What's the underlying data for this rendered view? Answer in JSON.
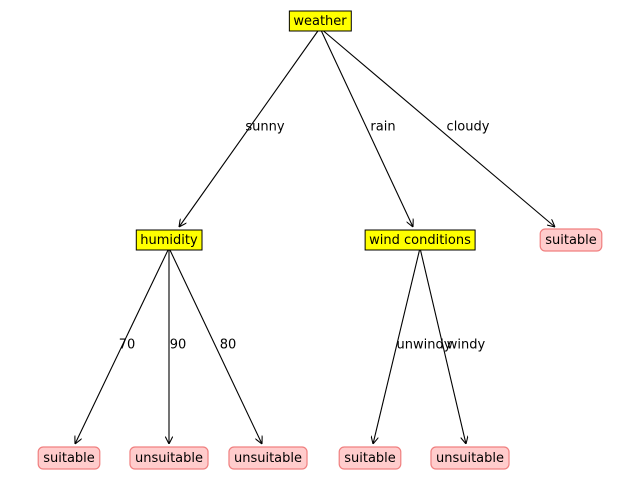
{
  "colors": {
    "decision_fill": "#ffff00",
    "decision_stroke": "#000000",
    "leaf_fill": "#ffcccc",
    "leaf_stroke": "#f08080",
    "edge": "#000000",
    "text": "#000000"
  },
  "nodes": {
    "weather": {
      "label": "weather",
      "kind": "decision"
    },
    "humidity": {
      "label": "humidity",
      "kind": "decision"
    },
    "wind": {
      "label": "wind conditions",
      "kind": "decision"
    },
    "leaf_cloudy": {
      "label": "suitable",
      "kind": "leaf"
    },
    "leaf_h70": {
      "label": "suitable",
      "kind": "leaf"
    },
    "leaf_h90": {
      "label": "unsuitable",
      "kind": "leaf"
    },
    "leaf_h80": {
      "label": "unsuitable",
      "kind": "leaf"
    },
    "leaf_unwindy": {
      "label": "suitable",
      "kind": "leaf"
    },
    "leaf_windy": {
      "label": "unsuitable",
      "kind": "leaf"
    }
  },
  "edges": [
    {
      "from": "weather",
      "to": "humidity",
      "label": "sunny"
    },
    {
      "from": "weather",
      "to": "wind",
      "label": "rain"
    },
    {
      "from": "weather",
      "to": "leaf_cloudy",
      "label": "cloudy"
    },
    {
      "from": "humidity",
      "to": "leaf_h70",
      "label": "70"
    },
    {
      "from": "humidity",
      "to": "leaf_h90",
      "label": "90"
    },
    {
      "from": "humidity",
      "to": "leaf_h80",
      "label": "80"
    },
    {
      "from": "wind",
      "to": "leaf_unwindy",
      "label": "unwindy"
    },
    {
      "from": "wind",
      "to": "leaf_windy",
      "label": "windy"
    }
  ]
}
